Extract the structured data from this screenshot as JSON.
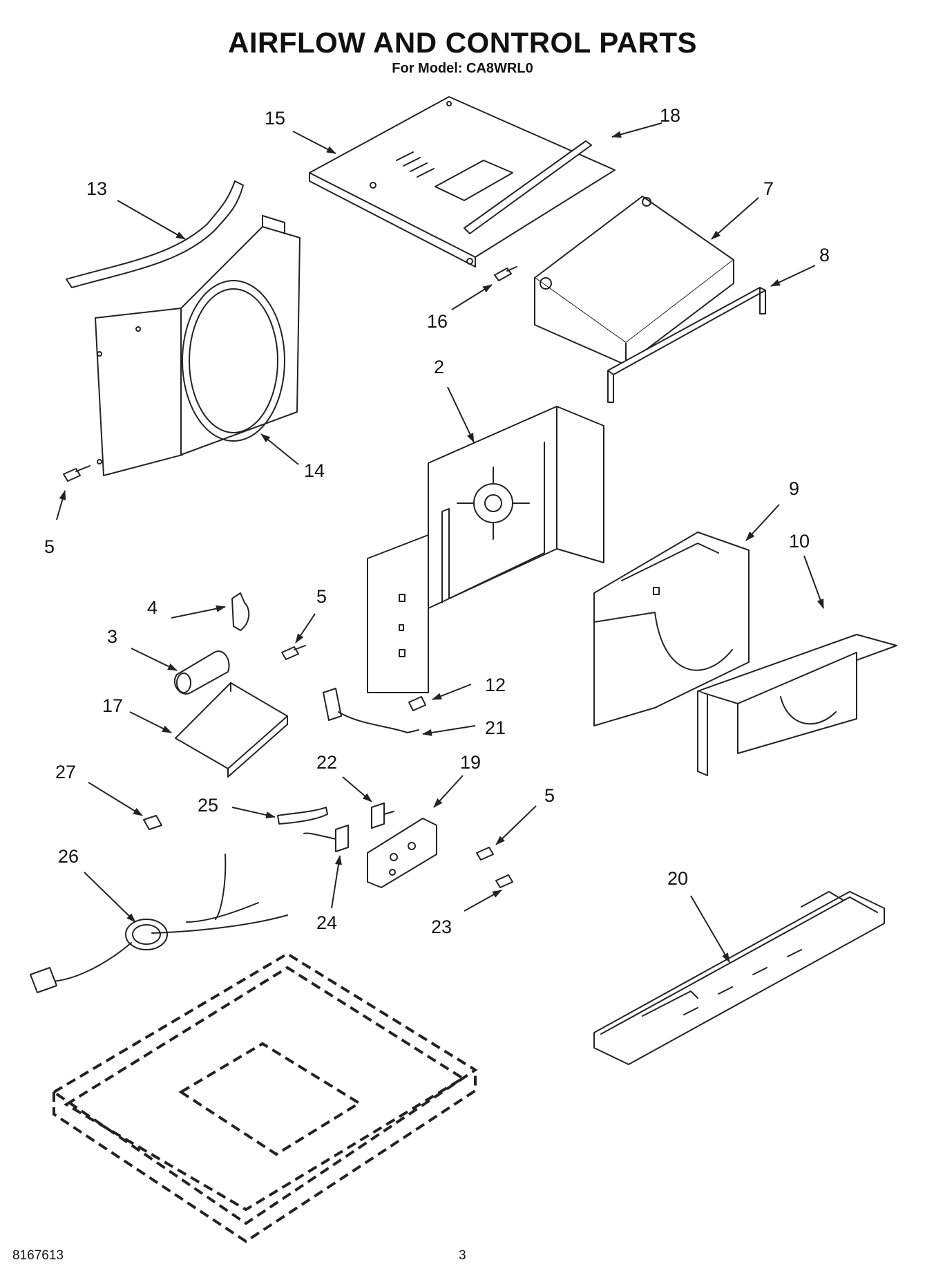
{
  "page": {
    "title": "AIRFLOW AND CONTROL PARTS",
    "subtitle": "For Model: CA8WRL0",
    "doc_number": "8167613",
    "page_number": "3"
  },
  "callouts": {
    "c15": "15",
    "c18": "18",
    "c13": "13",
    "c7": "7",
    "c8": "8",
    "c16": "16",
    "c2": "2",
    "c14": "14",
    "c5a": "5",
    "c9": "9",
    "c10": "10",
    "c4": "4",
    "c5b": "5",
    "c3": "3",
    "c12": "12",
    "c17": "17",
    "c21": "21",
    "c22": "22",
    "c19": "19",
    "c27": "27",
    "c25": "25",
    "c5c": "5",
    "c26": "26",
    "c24": "24",
    "c23": "23",
    "c20": "20"
  }
}
